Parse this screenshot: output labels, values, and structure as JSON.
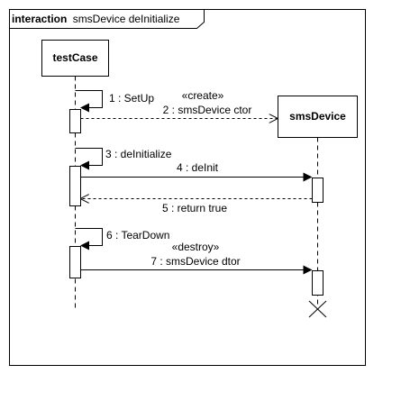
{
  "frame": {
    "keyword": "interaction",
    "name": "smsDevice deInitialize"
  },
  "lifelines": [
    {
      "id": "testCase",
      "label": "testCase"
    },
    {
      "id": "smsDevice",
      "label": "smsDevice"
    }
  ],
  "messages": [
    {
      "number": "1",
      "label": "1 : SetUp",
      "kind": "self"
    },
    {
      "number": "2",
      "label": "2 : smsDevice ctor",
      "stereotype": "«create»",
      "kind": "create"
    },
    {
      "number": "3",
      "label": "3 : deInitialize",
      "kind": "self"
    },
    {
      "number": "4",
      "label": "4 : deInit",
      "kind": "sync"
    },
    {
      "number": "5",
      "label": "5 : return true",
      "kind": "return"
    },
    {
      "number": "6",
      "label": "6 : TearDown",
      "kind": "self"
    },
    {
      "number": "7",
      "label": "7 : smsDevice dtor",
      "stereotype": "«destroy»",
      "kind": "destroy"
    }
  ]
}
